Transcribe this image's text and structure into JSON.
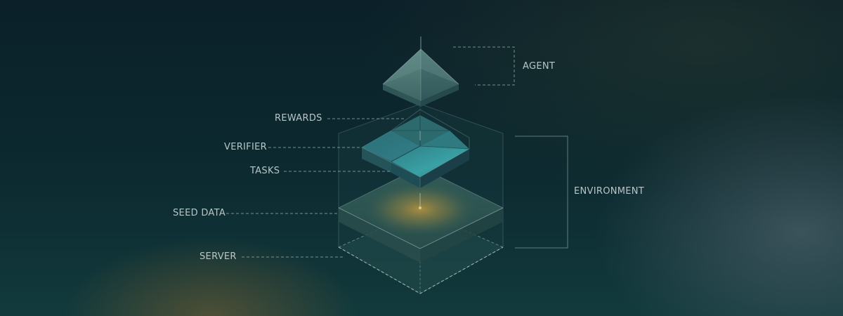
{
  "labels": {
    "agent": "AGENT",
    "rewards": "REWARDS",
    "verifier": "VERIFIER",
    "tasks": "TASKS",
    "environment": "ENVIRONMENT",
    "seed_data": "SEED DATA",
    "server": "SERVER"
  },
  "colors": {
    "background": "#0b2029",
    "line": "#8fa6a8",
    "block_teal": "#2f8f96",
    "glow_gold": "#b8933f"
  }
}
